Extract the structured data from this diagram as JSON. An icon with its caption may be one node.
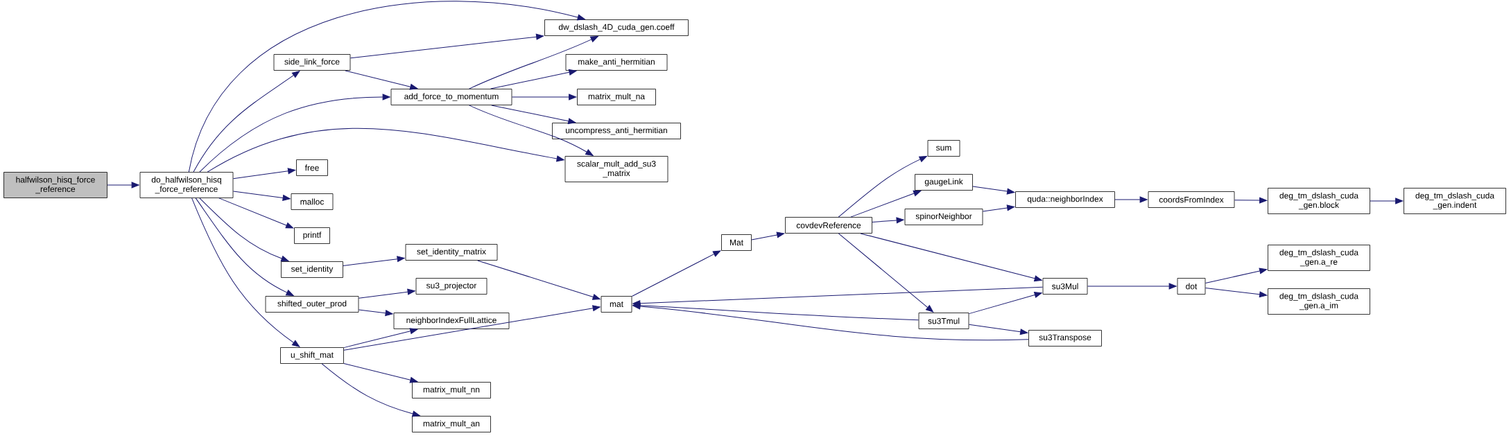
{
  "diagram": {
    "nodes": [
      {
        "text": [
          "halfwilson_hisq_force _reference"
        ]
      },
      {
        "text": [
          "do_halfwilson_hisq _force_reference"
        ]
      },
      {
        "text": [
          "dw_dslash_4D_cuda_gen.coeff"
        ]
      },
      {
        "text": [
          "side_link_force"
        ]
      },
      {
        "text": [
          "add_force_to_momentum"
        ]
      },
      {
        "text": [
          "make_anti_hermitian"
        ]
      },
      {
        "text": [
          "matrix_mult_na"
        ]
      },
      {
        "text": [
          "uncompress_anti_hermitian"
        ]
      },
      {
        "text": [
          "scalar_mult_add_su3 _matrix"
        ]
      },
      {
        "text": [
          "free"
        ]
      },
      {
        "text": [
          "malloc"
        ]
      },
      {
        "text": [
          "printf"
        ]
      },
      {
        "text": [
          "set_identity"
        ]
      },
      {
        "text": [
          "set_identity_matrix"
        ]
      },
      {
        "text": [
          "shifted_outer_prod"
        ]
      },
      {
        "text": [
          "su3_projector"
        ]
      },
      {
        "text": [
          "neighborIndexFullLattice"
        ]
      },
      {
        "text": [
          "u_shift_mat"
        ]
      },
      {
        "text": [
          "matrix_mult_nn"
        ]
      },
      {
        "text": [
          "matrix_mult_an"
        ]
      },
      {
        "text": [
          "mat"
        ]
      },
      {
        "text": [
          "Mat"
        ]
      },
      {
        "text": [
          "covdevReference"
        ]
      },
      {
        "text": [
          "sum"
        ]
      },
      {
        "text": [
          "gaugeLink"
        ]
      },
      {
        "text": [
          "spinorNeighbor"
        ]
      },
      {
        "text": [
          "quda::neighborIndex"
        ]
      },
      {
        "text": [
          "coordsFromIndex"
        ]
      },
      {
        "text": [
          "deg_tm_dslash_cuda _gen.block"
        ]
      },
      {
        "text": [
          "deg_tm_dslash_cuda _gen.indent"
        ]
      },
      {
        "text": [
          "su3Mul"
        ]
      },
      {
        "text": [
          "dot"
        ]
      },
      {
        "text": [
          "deg_tm_dslash_cuda _gen.a_re"
        ]
      },
      {
        "text": [
          "deg_tm_dslash_cuda _gen.a_im"
        ]
      },
      {
        "text": [
          "su3Tmul"
        ]
      },
      {
        "text": [
          "su3Transpose"
        ]
      }
    ],
    "edges": [
      {
        "from": 0,
        "to": 1,
        "arrow": "to"
      },
      {
        "from": 1,
        "to": 2,
        "arrow": "to"
      },
      {
        "from": 1,
        "to": 3,
        "arrow": "to"
      },
      {
        "from": 1,
        "to": 4,
        "arrow": "to"
      },
      {
        "from": 1,
        "to": 8,
        "arrow": "to"
      },
      {
        "from": 1,
        "to": 9,
        "arrow": "to"
      },
      {
        "from": 1,
        "to": 10,
        "arrow": "to"
      },
      {
        "from": 1,
        "to": 11,
        "arrow": "to"
      },
      {
        "from": 1,
        "to": 12,
        "arrow": "to"
      },
      {
        "from": 1,
        "to": 14,
        "arrow": "to"
      },
      {
        "from": 1,
        "to": 17,
        "arrow": "to"
      },
      {
        "from": 3,
        "to": 2,
        "arrow": "to"
      },
      {
        "from": 3,
        "to": 4,
        "arrow": "to"
      },
      {
        "from": 4,
        "to": 2,
        "arrow": "to"
      },
      {
        "from": 4,
        "to": 5,
        "arrow": "to"
      },
      {
        "from": 4,
        "to": 6,
        "arrow": "to"
      },
      {
        "from": 4,
        "to": 7,
        "arrow": "to"
      },
      {
        "from": 4,
        "to": 8,
        "arrow": "to"
      },
      {
        "from": 12,
        "to": 13,
        "arrow": "to"
      },
      {
        "from": 13,
        "to": 20,
        "arrow": "to"
      },
      {
        "from": 14,
        "to": 15,
        "arrow": "to"
      },
      {
        "from": 14,
        "to": 16,
        "arrow": "to"
      },
      {
        "from": 17,
        "to": 16,
        "arrow": "to"
      },
      {
        "from": 17,
        "to": 20,
        "arrow": "to"
      },
      {
        "from": 17,
        "to": 18,
        "arrow": "to"
      },
      {
        "from": 17,
        "to": 19,
        "arrow": "to"
      },
      {
        "from": 20,
        "to": 21,
        "arrow": "to"
      },
      {
        "from": 21,
        "to": 22,
        "arrow": "to"
      },
      {
        "from": 22,
        "to": 23,
        "arrow": "to"
      },
      {
        "from": 22,
        "to": 24,
        "arrow": "to"
      },
      {
        "from": 22,
        "to": 25,
        "arrow": "to"
      },
      {
        "from": 22,
        "to": 30,
        "arrow": "to"
      },
      {
        "from": 22,
        "to": 34,
        "arrow": "to"
      },
      {
        "from": 24,
        "to": 26,
        "arrow": "to"
      },
      {
        "from": 25,
        "to": 26,
        "arrow": "to"
      },
      {
        "from": 26,
        "to": 27,
        "arrow": "to"
      },
      {
        "from": 27,
        "to": 28,
        "arrow": "to"
      },
      {
        "from": 28,
        "to": 29,
        "arrow": "to"
      },
      {
        "from": 30,
        "to": 20,
        "arrow": "to"
      },
      {
        "from": 30,
        "to": 31,
        "arrow": "to"
      },
      {
        "from": 31,
        "to": 32,
        "arrow": "to"
      },
      {
        "from": 31,
        "to": 33,
        "arrow": "to"
      },
      {
        "from": 34,
        "to": 20,
        "arrow": "to"
      },
      {
        "from": 34,
        "to": 30,
        "arrow": "to"
      },
      {
        "from": 34,
        "to": 35,
        "arrow": "to"
      },
      {
        "from": 35,
        "to": 20,
        "arrow": "to"
      }
    ]
  }
}
